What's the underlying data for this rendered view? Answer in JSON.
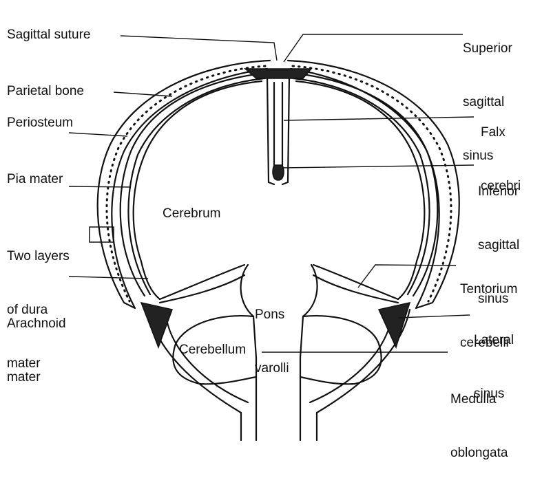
{
  "labels": {
    "sagittal_suture": "Sagittal suture",
    "superior_sagittal_sinus": [
      "Superior",
      "sagittal",
      "sinus"
    ],
    "parietal_bone": "Parietal bone",
    "falx_cerebri": [
      "Falx",
      "cerebri"
    ],
    "periosteum": "Periosteum",
    "inferior_sagittal_sinus": [
      "Inferior",
      "sagittal",
      "sinus"
    ],
    "pia_mater": "Pia mater",
    "cerebrum": "Cerebrum",
    "two_layers_of_dura_mater": [
      "Two layers",
      "of dura",
      "mater"
    ],
    "tentorium_cerebelli": [
      "Tentorium",
      "cerebelli"
    ],
    "pons_varolli": [
      "Pons",
      "varolli"
    ],
    "arachnoid_mater": [
      "Arachnoid",
      "mater"
    ],
    "lateral_sinus": [
      "Lateral",
      "sinus"
    ],
    "cerebellum": "Cerebellum",
    "medulla_oblongata": [
      "Medulla",
      "oblongata"
    ]
  },
  "colors": {
    "ink": "#111111",
    "sinus_fill": "#222222"
  }
}
